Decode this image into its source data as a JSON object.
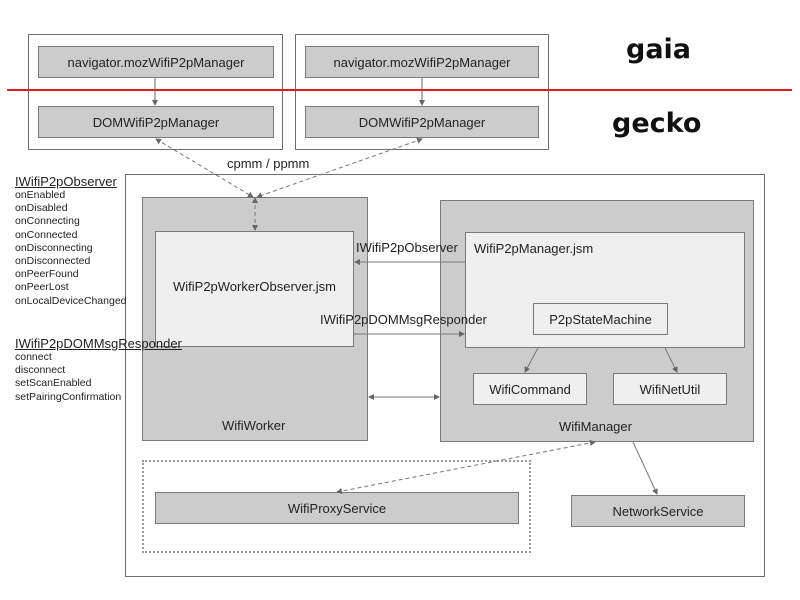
{
  "layers": {
    "top": "gaia",
    "bottom": "gecko",
    "divider_color": "#e61b1b"
  },
  "gaia_apps": [
    {
      "api": "navigator.mozWifiP2pManager",
      "dom": "DOMWifiP2pManager"
    },
    {
      "api": "navigator.mozWifiP2pManager",
      "dom": "DOMWifiP2pManager"
    }
  ],
  "ipc_label": "cpmm / ppmm",
  "observer_interface": {
    "title": "IWifiP2pObserver",
    "methods": [
      "onEnabled",
      "onDisabled",
      "onConnecting",
      "onConnected",
      "onDisconnecting",
      "onDisconnected",
      "onPeerFound",
      "onPeerLost",
      "onLocalDeviceChanged"
    ]
  },
  "responder_interface": {
    "title": "IWifiP2pDOMMsgResponder",
    "methods": [
      "connect",
      "disconnect",
      "setScanEnabled",
      "setPairingConfirmation"
    ]
  },
  "wifi_worker": {
    "label": "WifiWorker",
    "observer_module": "WifiP2pWorkerObserver.jsm"
  },
  "wifi_manager": {
    "label": "WifiManager",
    "p2p_manager": "WifiP2pManager.jsm",
    "state_machine": "P2pStateMachine",
    "command": "WifiCommand",
    "net_util": "WifiNetUtil"
  },
  "edge_labels": {
    "observer": "IWifiP2pObserver",
    "responder": "IWifiP2pDOMMsgResponder"
  },
  "services": {
    "proxy": "WifiProxyService",
    "network": "NetworkService"
  }
}
